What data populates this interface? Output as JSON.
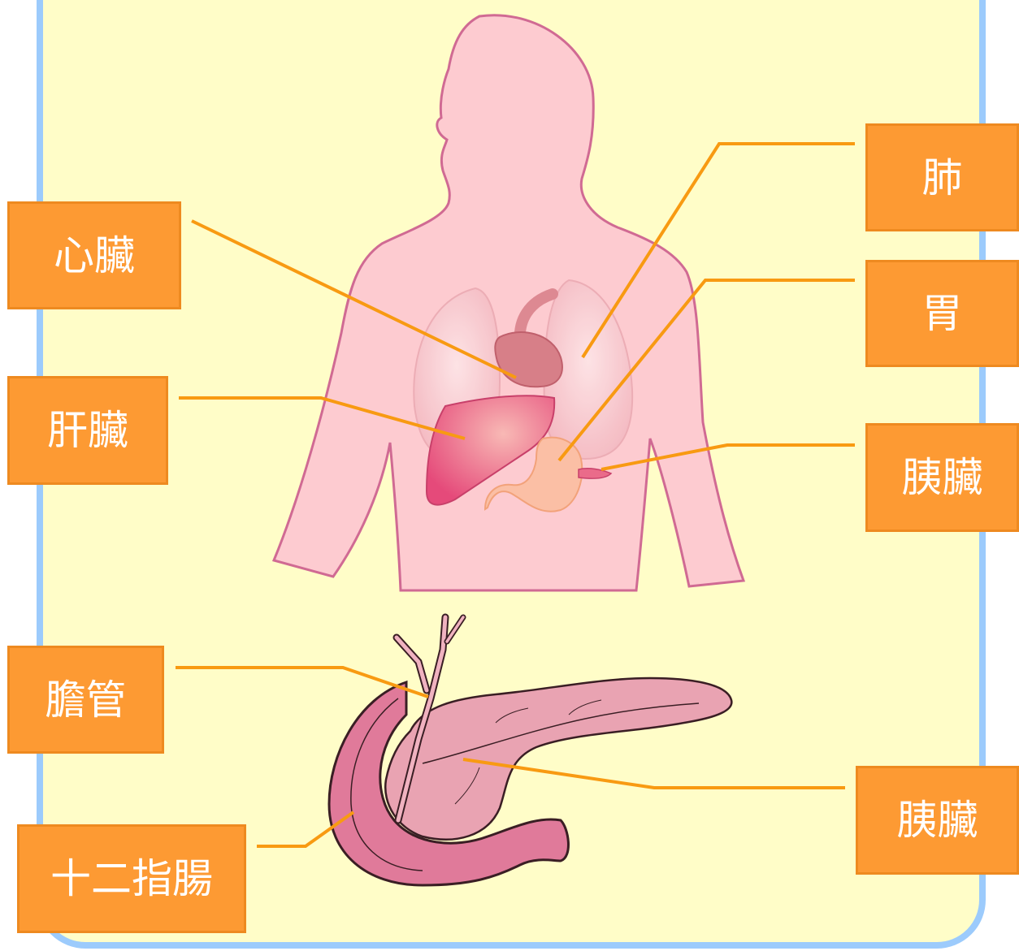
{
  "labels": {
    "heart": "心臟",
    "liver": "肝臟",
    "lung": "肺",
    "stomach": "胃",
    "pancreas_upper": "胰臟",
    "bile_duct": "膽管",
    "duodenum": "十二指腸",
    "pancreas_lower": "胰臟"
  },
  "colors": {
    "panel_background": "#fffdc8",
    "panel_border": "#9ccbfc",
    "label_fill": "#fd9a33",
    "leader_line": "#f89a12",
    "body_fill": "#fdcbd0",
    "body_outline": "#d06a93"
  }
}
